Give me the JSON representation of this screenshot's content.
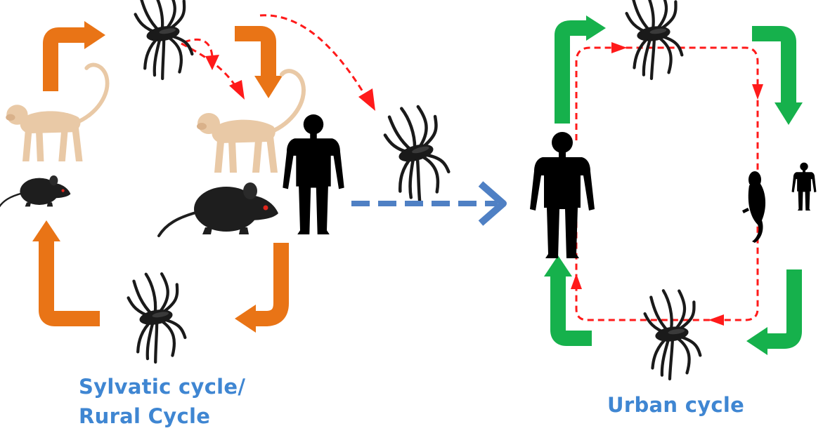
{
  "colors": {
    "sylvatic_arrow": "#E97416",
    "urban_arrow": "#16B14C",
    "transmission_arrow": "#FF1A1A",
    "spread_arrow": "#4F80C4",
    "caption_text": "#3F86D2",
    "mosquito": "#1A1A1A",
    "monkey": "#E9C9A6",
    "rodent": "#1E1E1E",
    "human": "#000000",
    "rodent_eye": "#E0261D"
  },
  "icons": {
    "mosquito": "mosquito-icon",
    "monkey": "monkey-icon",
    "rodent": "rat-icon",
    "human": "human-silhouette-icon",
    "small_human": "small-human-icon",
    "lizard": "lizard-icon"
  },
  "captions": {
    "sylvatic_line1": "Sylvatic cycle/",
    "sylvatic_line2": "Rural Cycle",
    "urban": "Urban cycle"
  }
}
